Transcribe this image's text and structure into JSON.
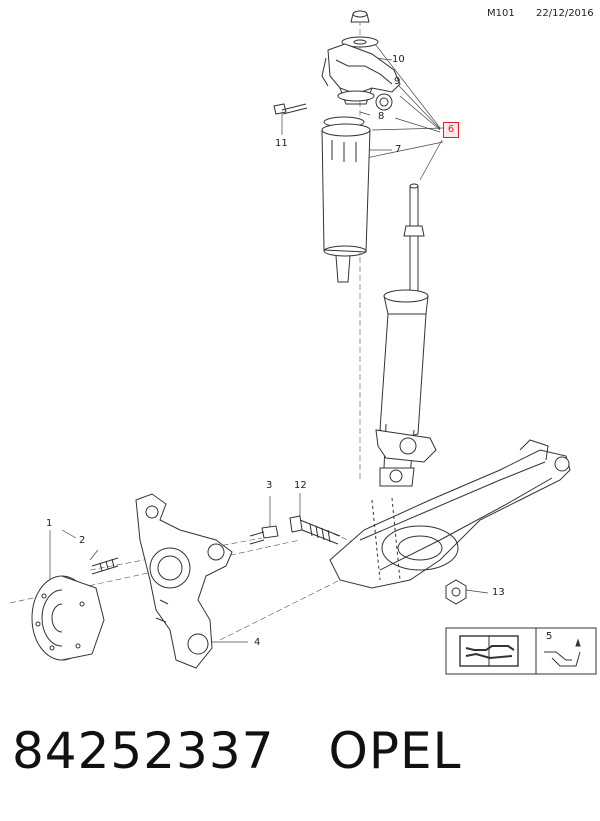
{
  "header": {
    "code": "M101",
    "date": "22/12/2016"
  },
  "callouts": {
    "c1": "1",
    "c2": "2",
    "c3": "3",
    "c4": "4",
    "c5": "5",
    "c6": "6",
    "c7": "7",
    "c8": "8",
    "c9": "9",
    "c10": "10",
    "c11": "11",
    "c12": "12",
    "c13": "13"
  },
  "footer": {
    "part_number": "84252337",
    "brand": "OPEL"
  },
  "colors": {
    "line": "#333333",
    "highlight": "#e0212a",
    "highlight_fill": "#fde9ea"
  },
  "icons": {
    "manual": "manual-wrench-icon",
    "fluid": "fluid-drop-icon"
  }
}
